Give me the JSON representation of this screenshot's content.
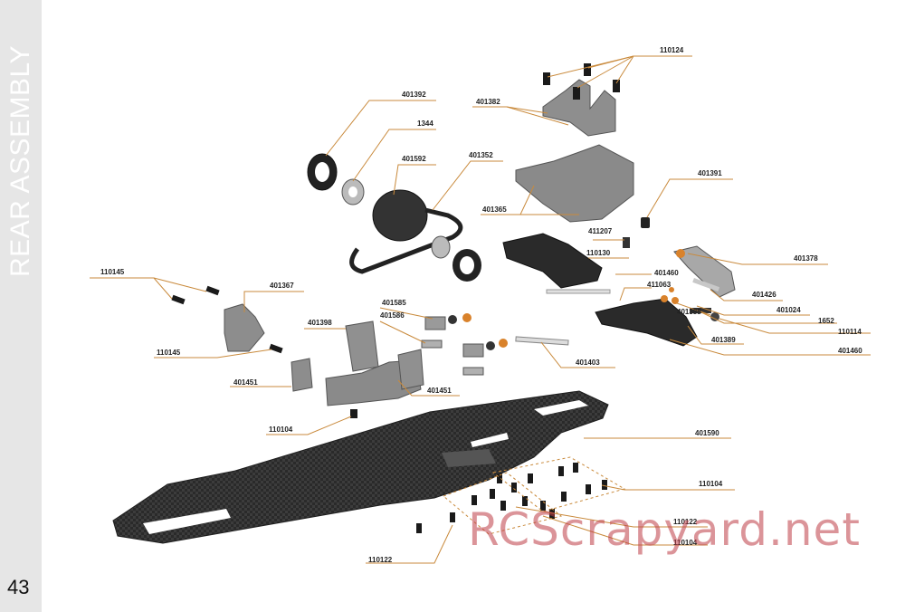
{
  "page": {
    "section_title": "REAR ASSEMBLY",
    "page_number": "43"
  },
  "watermark": "RCScrapyard.net",
  "part_labels": {
    "p110124": "110124",
    "p401382": "401382",
    "p401392": "401392",
    "p1344": "1344",
    "p401592": "401592",
    "p401352": "401352",
    "p401365": "401365",
    "p401391": "401391",
    "p411207": "411207",
    "p110130": "110130",
    "p401378": "401378",
    "p401460a": "401460",
    "p411063": "411063",
    "p401426": "401426",
    "p401024": "401024",
    "p1652": "1652",
    "p401388": "401388",
    "p110114": "110114",
    "p401389": "401389",
    "p401460b": "401460",
    "p110145a": "110145",
    "p401367": "401367",
    "p401585": "401585",
    "p401586": "401586",
    "p401398": "401398",
    "p110145b": "110145",
    "p401403": "401403",
    "p401451a": "401451",
    "p401451b": "401451",
    "p110104a": "110104",
    "p401590": "401590",
    "p110104b": "110104",
    "p110122a": "110122",
    "p110104c": "110104",
    "p110122b": "110122"
  },
  "colors": {
    "sidebar": "#e6e6e6",
    "leader": "#c98a3c",
    "part_metal": "#8a8a8a",
    "carbon": "#3a3a3a",
    "orange": "#d9822b",
    "watermark": "#be3c46"
  }
}
